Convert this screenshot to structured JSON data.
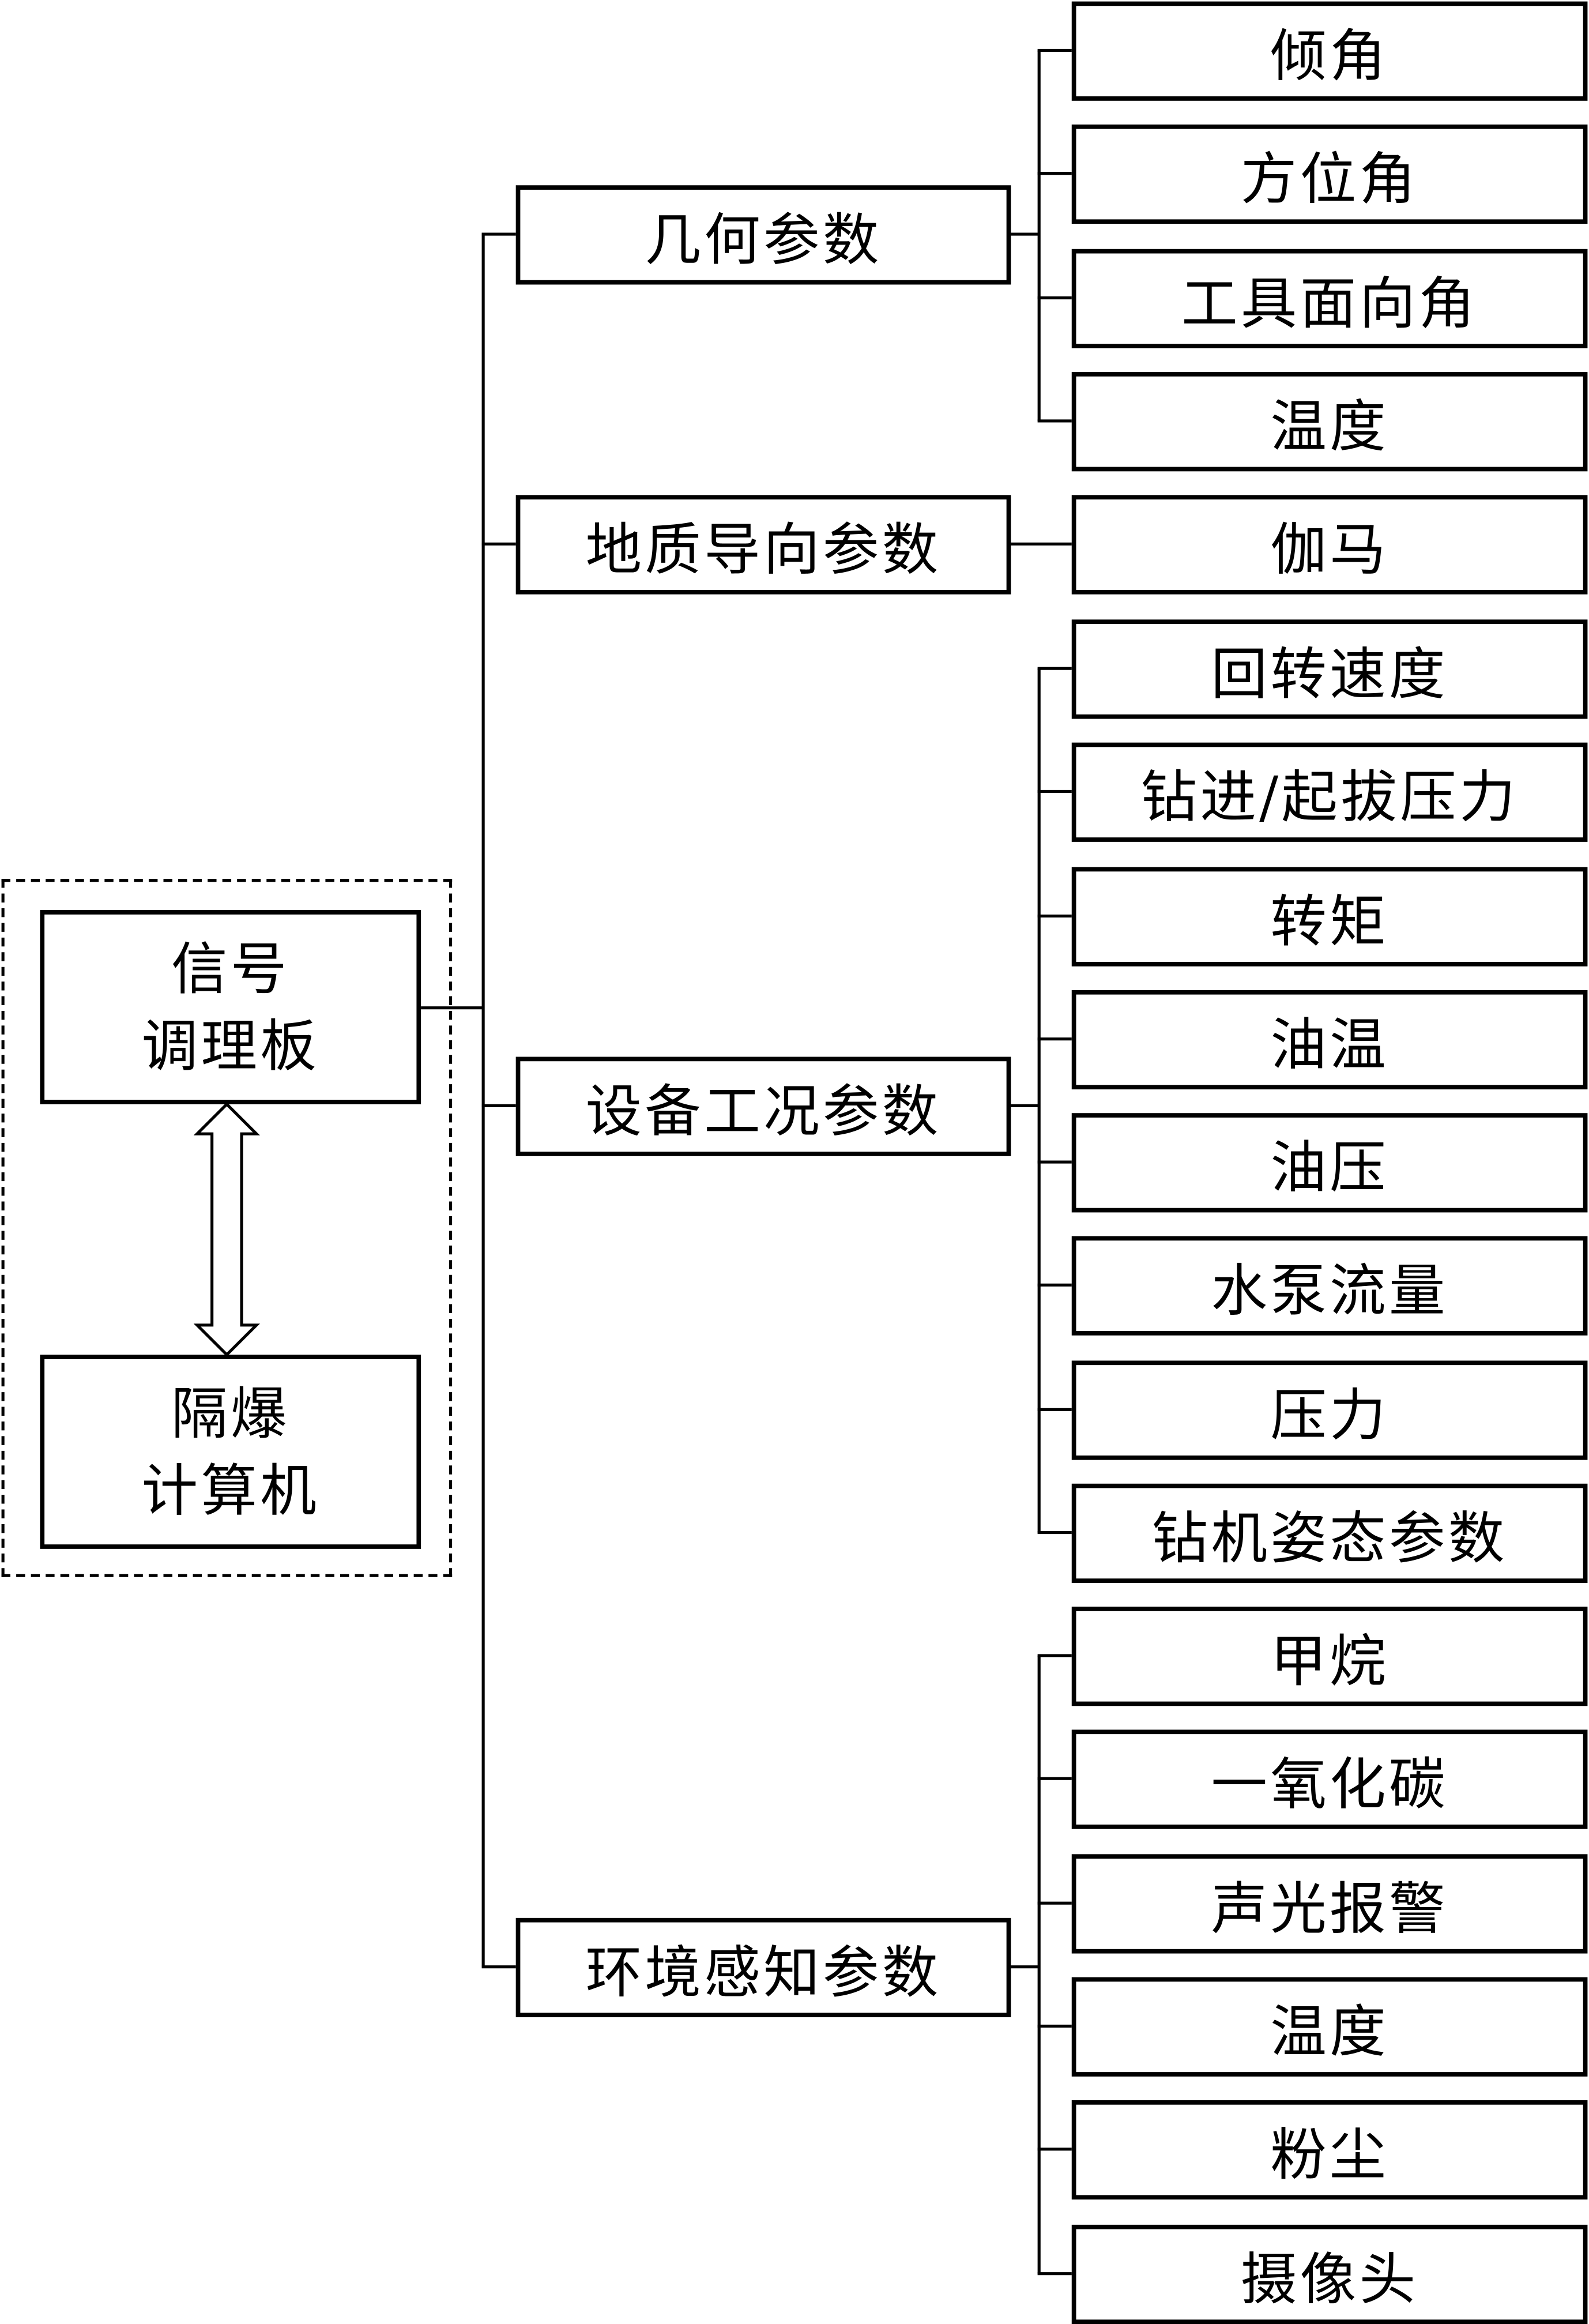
{
  "controller": {
    "signal_board": {
      "line1": "信号",
      "line2": "调理板"
    },
    "computer": {
      "line1": "隔爆",
      "line2": "计算机"
    },
    "link_icon": "double-arrow-icon"
  },
  "categories": [
    {
      "label": "几何参数",
      "items": [
        "倾角",
        "方位角",
        "工具面向角",
        "温度"
      ]
    },
    {
      "label": "地质导向参数",
      "items": [
        "伽马"
      ]
    },
    {
      "label": "设备工况参数",
      "items": [
        "回转速度",
        "钻进/起拔压力",
        "转矩",
        "油温",
        "油压",
        "水泵流量",
        "压力",
        "钻机姿态参数"
      ]
    },
    {
      "label": "环境感知参数",
      "items": [
        "甲烷",
        "一氧化碳",
        "声光报警",
        "温度",
        "粉尘",
        "摄像头"
      ]
    }
  ]
}
